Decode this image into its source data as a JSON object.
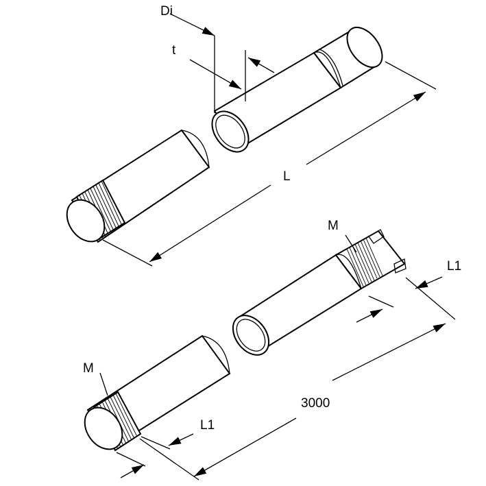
{
  "labels": {
    "inner_diameter": "Di",
    "wall_thickness": "t",
    "length": "L",
    "thread_top": "M",
    "thread_bottom": "M",
    "thread_length_top": "L1",
    "thread_length_bottom": "L1",
    "length_value": "3000"
  }
}
